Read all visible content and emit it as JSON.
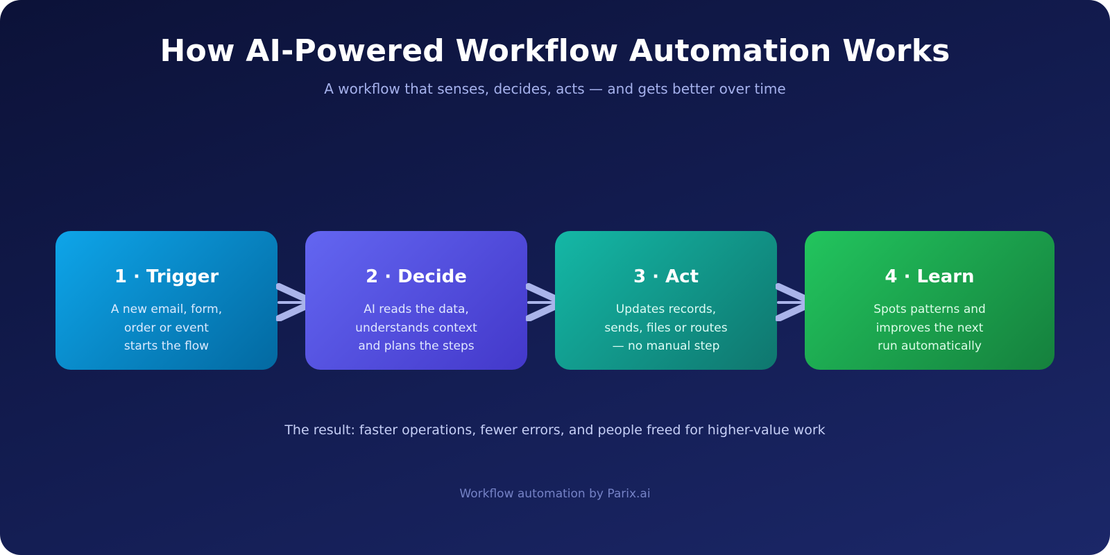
{
  "header": {
    "title": "How AI-Powered Workflow Automation Works",
    "subtitle": "A workflow that senses, decides, acts — and gets better over time"
  },
  "steps": [
    {
      "title": "1 · Trigger",
      "lines": [
        "A new email, form,",
        "order or event",
        "starts the flow"
      ],
      "color": "#0ea5e9"
    },
    {
      "title": "2 · Decide",
      "lines": [
        "AI reads the data,",
        "understands context",
        "and plans the steps"
      ],
      "color": "#6366f1"
    },
    {
      "title": "3 · Act",
      "lines": [
        "Updates records,",
        "sends, files or routes",
        "— no manual step"
      ],
      "color": "#14b8a6"
    },
    {
      "title": "4 · Learn",
      "lines": [
        "Spots patterns and",
        "improves the next",
        "run automatically"
      ],
      "color": "#22c55e"
    }
  ],
  "connector": {
    "icon": "arrow-right-icon",
    "color": "#aab4ea"
  },
  "result": "The result: faster operations, fewer errors, and people freed for higher-value work",
  "footer": "Workflow automation by Parix.ai"
}
